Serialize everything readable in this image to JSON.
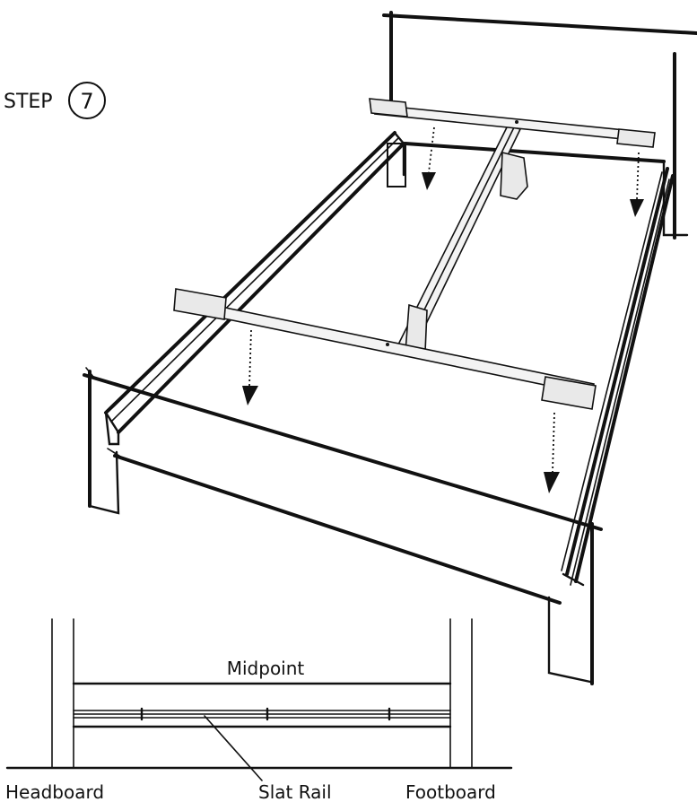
{
  "step": {
    "label": "STEP",
    "number": "7"
  },
  "detail": {
    "midpoint_label": "Midpoint",
    "headboard_label": "Headboard",
    "slat_rail_label": "Slat Rail",
    "footboard_label": "Footboard"
  }
}
